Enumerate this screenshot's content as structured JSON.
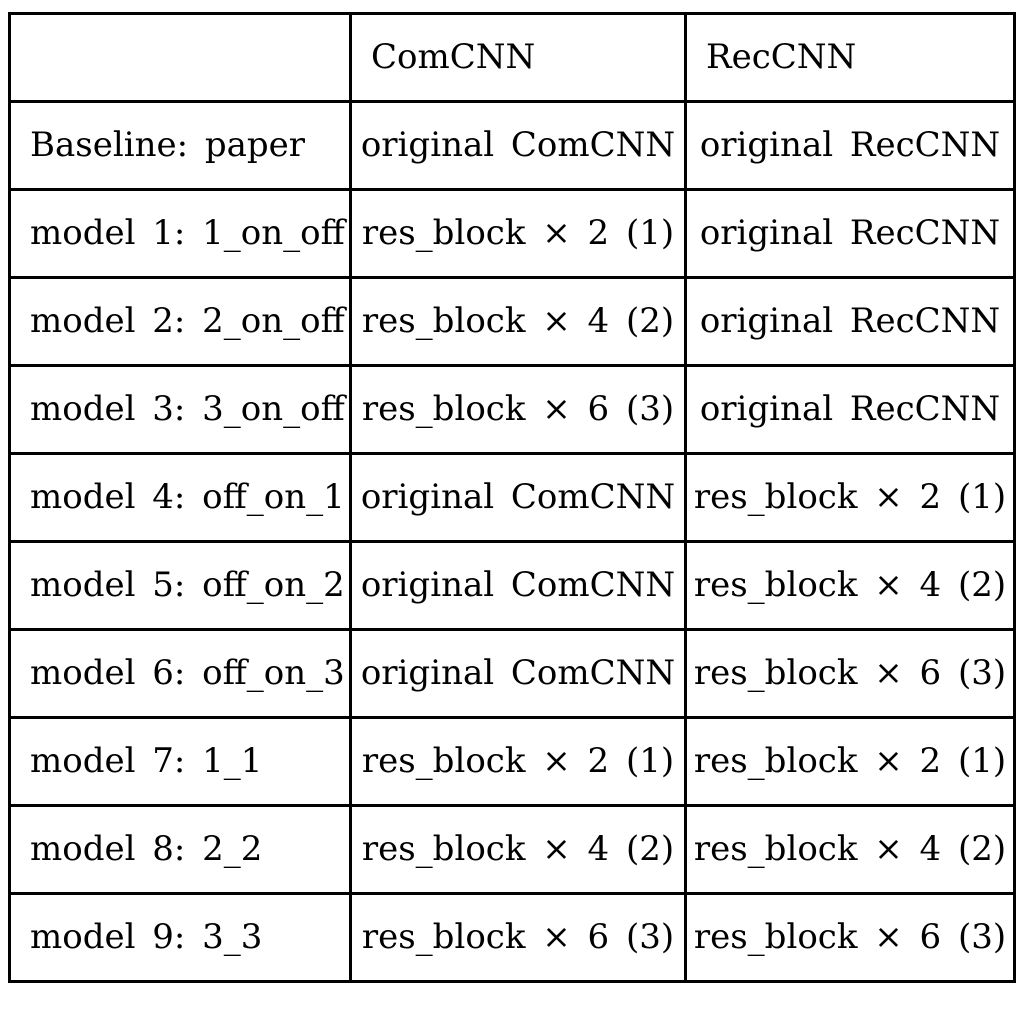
{
  "page": {
    "background_color": "#ffffff",
    "text_color": "#000000",
    "border_color": "#000000"
  },
  "table": {
    "headers": [
      "",
      "ComCNN",
      "RecCNN"
    ],
    "rows": [
      [
        "Baseline: paper",
        "original ComCNN",
        "original RecCNN"
      ],
      [
        "model 1: 1_on_off",
        "res_block × 2 (1)",
        "original RecCNN"
      ],
      [
        "model 2: 2_on_off",
        "res_block × 4 (2)",
        "original RecCNN"
      ],
      [
        "model 3: 3_on_off",
        "res_block × 6 (3)",
        "original RecCNN"
      ],
      [
        "model 4: off_on_1",
        "original ComCNN",
        "res_block × 2 (1)"
      ],
      [
        "model 5: off_on_2",
        "original ComCNN",
        "res_block × 4 (2)"
      ],
      [
        "model 6: off_on_3",
        "original ComCNN",
        "res_block × 6 (3)"
      ],
      [
        "model 7: 1_1",
        "res_block × 2 (1)",
        "res_block × 2 (1)"
      ],
      [
        "model 8: 2_2",
        "res_block × 4 (2)",
        "res_block × 4 (2)"
      ],
      [
        "model 9: 3_3",
        "res_block × 6 (3)",
        "res_block × 6 (3)"
      ]
    ]
  }
}
